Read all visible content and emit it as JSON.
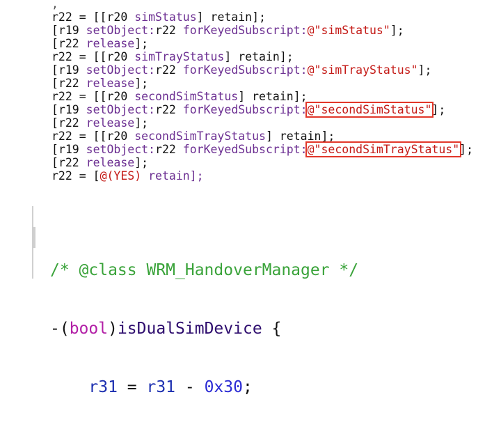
{
  "top_code": {
    "lines": [
      {
        "kind": "cut",
        "text": ","
      },
      {
        "kind": "assign",
        "v": "r22",
        "eq": " = [[",
        "recv": "r20",
        "sel": " simStatus",
        "tail": "] retain];"
      },
      {
        "kind": "set",
        "open": "[",
        "recv": "r19",
        "msg": " setObject:",
        "arg": "r22",
        "msg2": " forKeyedSubscript:",
        "at": "@",
        "str": "\"simStatus\"",
        "boxed": false,
        "tail": "];"
      },
      {
        "kind": "release",
        "open": "[",
        "recv": "r22",
        "sel": " release",
        "tail": "];"
      },
      {
        "kind": "assign",
        "v": "r22",
        "eq": " = [[",
        "recv": "r20",
        "sel": " simTrayStatus",
        "tail": "] retain];"
      },
      {
        "kind": "set",
        "open": "[",
        "recv": "r19",
        "msg": " setObject:",
        "arg": "r22",
        "msg2": " forKeyedSubscript:",
        "at": "@",
        "str": "\"simTrayStatus\"",
        "boxed": false,
        "tail": "];"
      },
      {
        "kind": "release",
        "open": "[",
        "recv": "r22",
        "sel": " release",
        "tail": "];"
      },
      {
        "kind": "assign",
        "v": "r22",
        "eq": " = [[",
        "recv": "r20",
        "sel": " secondSimStatus",
        "tail": "] retain];"
      },
      {
        "kind": "set",
        "open": "[",
        "recv": "r19",
        "msg": " setObject:",
        "arg": "r22",
        "msg2": " forKeyedSubscript:",
        "at": "@",
        "str": "\"secondSimStatus\"",
        "boxed": true,
        "tail": "];"
      },
      {
        "kind": "release",
        "open": "[",
        "recv": "r22",
        "sel": " release",
        "tail": "];"
      },
      {
        "kind": "assign",
        "v": "r22",
        "eq": " = [[",
        "recv": "r20",
        "sel": " secondSimTrayStatus",
        "tail": "] retain];"
      },
      {
        "kind": "set",
        "open": "[",
        "recv": "r19",
        "msg": " setObject:",
        "arg": "r22",
        "msg2": " forKeyedSubscript:",
        "at": "@",
        "str": "\"secondSimTrayStatus\"",
        "boxed": true,
        "tail": "];"
      },
      {
        "kind": "release",
        "open": "[",
        "recv": "r22",
        "sel": " release",
        "tail": "];"
      },
      {
        "kind": "cutassign",
        "v": "r22",
        "eq": " = [",
        "yes": "@(YES)",
        "tail": " retain];"
      }
    ]
  },
  "bottom_code": {
    "comment": "/* @class WRM_HandoverManager */",
    "method_prefix": "-(",
    "method_type": "bool",
    "method_close": ")",
    "method_name": "isDualSimDevice",
    "method_brace": " {",
    "stmt_indent": "    ",
    "stmt_lhs": "r31",
    "stmt_eq": " = ",
    "stmt_rhs_var": "r31",
    "stmt_op": " - ",
    "stmt_num": "0x30",
    "stmt_end": ";"
  },
  "colors": {
    "highlight_box": "#e2372a",
    "comment": "#3aa33a",
    "keyword": "#b21fa6",
    "string": "#c41a16"
  }
}
